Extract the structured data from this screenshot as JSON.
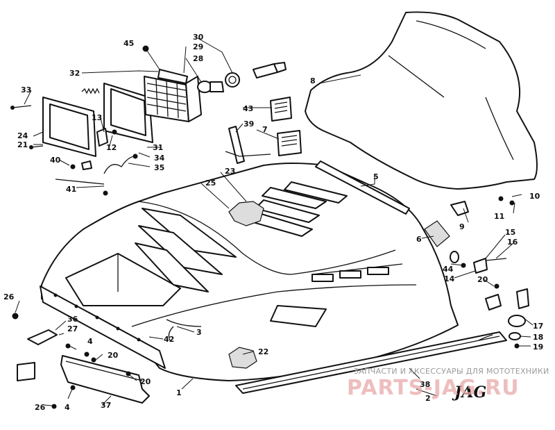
{
  "callouts": {
    "n1": "1",
    "n2": "2",
    "n3": "3",
    "n4a": "4",
    "n4b": "4",
    "n5": "5",
    "n6": "6",
    "n7": "7",
    "n8": "8",
    "n9": "9",
    "n10": "10",
    "n11": "11",
    "n12": "12",
    "n13": "13",
    "n14": "14",
    "n15": "15",
    "n16": "16",
    "n17": "17",
    "n18": "18",
    "n19": "19",
    "n20a": "20",
    "n20b": "20",
    "n20c": "20",
    "n21": "21",
    "n22": "22",
    "n23": "23",
    "n24": "24",
    "n25": "25",
    "n26a": "26",
    "n26b": "26",
    "n27": "27",
    "n28": "28",
    "n29": "29",
    "n30": "30",
    "n31": "31",
    "n32": "32",
    "n33": "33",
    "n34": "34",
    "n35": "35",
    "n36": "36",
    "n37": "37",
    "n38": "38",
    "n39": "39",
    "n40": "40",
    "n41": "41",
    "n42": "42",
    "n43": "43",
    "n44": "44",
    "n45": "45"
  },
  "decal_logo": "JAG",
  "watermark": {
    "caption": "ЗАПЧАСТИ И АКСЕССУАРЫ ДЛЯ МОТОТЕХНИКИ",
    "logo": "PARTS-JAG.RU"
  }
}
